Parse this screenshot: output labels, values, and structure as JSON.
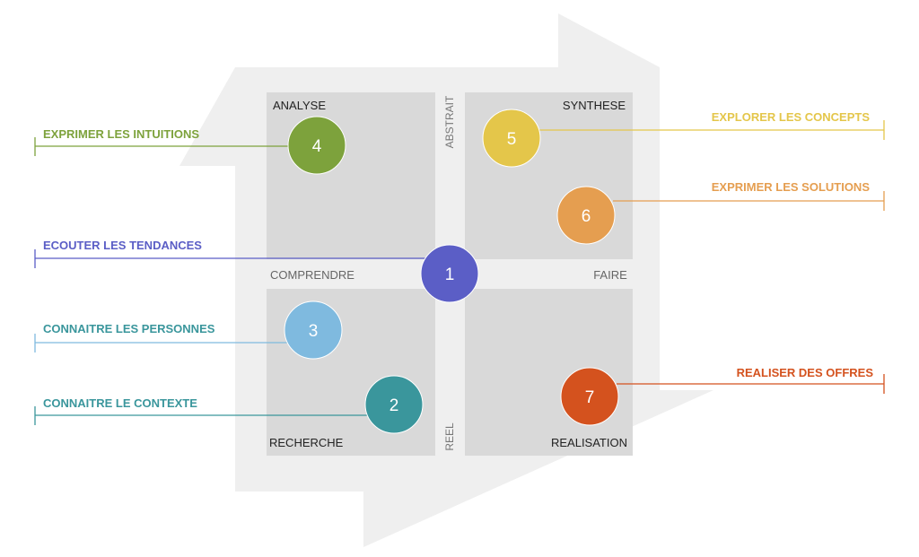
{
  "quadrants": {
    "top_left": "ANALYSE",
    "top_right": "SYNTHESE",
    "bottom_left": "RECHERCHE",
    "bottom_right": "REALISATION"
  },
  "axes": {
    "top": "ABSTRAIT",
    "bottom": "REEL",
    "left": "COMPRENDRE",
    "right": "FAIRE"
  },
  "steps": [
    {
      "number": "1",
      "label": "ECOUTER LES TENDANCES",
      "color": "#5b5ec6"
    },
    {
      "number": "2",
      "label": "CONNAITRE LE CONTEXTE",
      "color": "#3a969c"
    },
    {
      "number": "3",
      "label": "CONNAITRE LES PERSONNES",
      "color": "#7fbadf"
    },
    {
      "number": "4",
      "label": "EXPRIMER LES INTUITIONS",
      "color": "#7da23c"
    },
    {
      "number": "5",
      "label": "EXPLORER LES CONCEPTS",
      "color": "#e4c64a"
    },
    {
      "number": "6",
      "label": "EXPRIMER LES SOLUTIONS",
      "color": "#e59e50"
    },
    {
      "number": "7",
      "label": "REALISER DES OFFRES",
      "color": "#d4521e"
    }
  ],
  "label_colors": {
    "1": "#5b5ec6",
    "2": "#3a969c",
    "3": "#3a969c",
    "4": "#7da23c",
    "5": "#e4c64a",
    "6": "#e59e50",
    "7": "#d4521e"
  }
}
